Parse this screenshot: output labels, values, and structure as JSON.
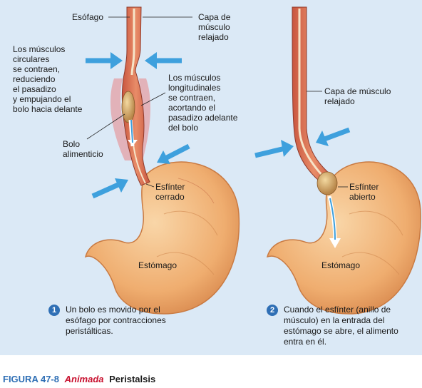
{
  "labels": {
    "esofago": "Esófago",
    "capa_relajado_1": [
      "Capa de",
      "músculo",
      "relajado"
    ],
    "circulares": [
      "Los músculos",
      "circulares",
      "se contraen,",
      "reduciendo",
      "el pasadizo",
      "y empujando el",
      "bolo hacia delante"
    ],
    "longitudinales": [
      "Los músculos",
      "longitudinales",
      "se contraen,",
      "acortando el",
      "pasadizo adelante",
      "del bolo"
    ],
    "bolo": [
      "Bolo",
      "alimenticio"
    ],
    "esfinter_cerrado": [
      "Esfínter",
      "cerrado"
    ],
    "estomago_1": "Estómago",
    "capa_relajado_2": [
      "Capa de músculo",
      "relajado"
    ],
    "esfinter_abierto": [
      "Esfínter",
      "abierto"
    ],
    "estomago_2": "Estómago"
  },
  "captions": [
    {
      "num": "1",
      "lines": [
        "Un bolo es movido por el",
        "esófago por contracciones",
        "peristálticas."
      ]
    },
    {
      "num": "2",
      "lines": [
        "Cuando el esfínter (anillo de",
        "músculo) en la entrada del",
        "estómago se abre, el alimento",
        "entra en él."
      ]
    }
  ],
  "figure": {
    "number": "FIGURA 47-8",
    "animada": "Animada",
    "title": "Peristalsis"
  },
  "colors": {
    "panel_bg": "#dbe9f6",
    "arrow_blue": "#3ea0dd",
    "stomach": "#f1b377",
    "muscle": "#d76d60",
    "figure_blue": "#2f6fb5",
    "animada_red": "#c8102e"
  }
}
